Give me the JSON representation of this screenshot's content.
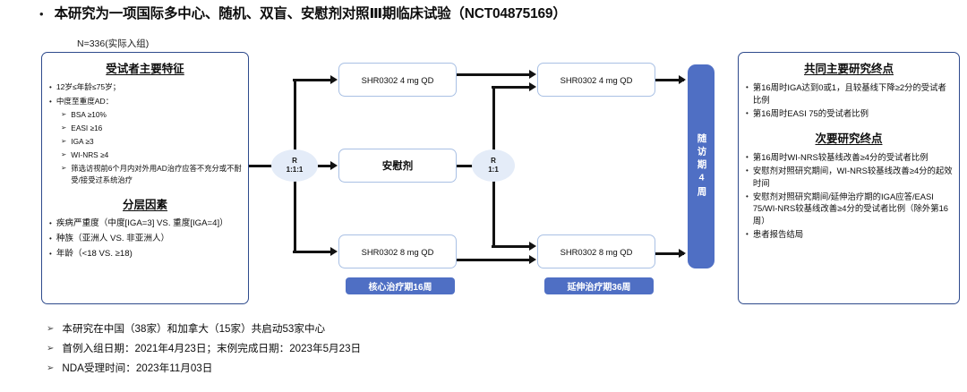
{
  "title": {
    "bullet": "•",
    "text": "本研究为一项国际多中心、随机、双盲、安慰剂对照Ⅲ期临床试验（NCT04875169）"
  },
  "enrollment": {
    "n_label": "N=336(实际入组)"
  },
  "left_panel": {
    "heading": "受试者主要特征",
    "criteria": [
      {
        "marker": "•",
        "text": "12岁≤年龄≤75岁；",
        "level": 1
      },
      {
        "marker": "•",
        "text": "中度至重度AD：",
        "level": 1
      },
      {
        "marker": "➢",
        "text": "BSA ≥10%",
        "level": 2
      },
      {
        "marker": "➢",
        "text": "EASI ≥16",
        "level": 2
      },
      {
        "marker": "➢",
        "text": "IGA ≥3",
        "level": 2
      },
      {
        "marker": "➢",
        "text": "WI-NRS ≥4",
        "level": 2
      },
      {
        "marker": "➢",
        "text": "筛选访视前6个月内对外用AD治疗应答不充分或不耐受/接受过系统治疗",
        "level": 2
      }
    ],
    "strat_heading": "分层因素",
    "strat_factors": [
      {
        "marker": "•",
        "text": "疾病严重度（中度[IGA=3] VS. 重度[IGA=4]）"
      },
      {
        "marker": "•",
        "text": "种族（亚洲人 VS. 非亚洲人）"
      },
      {
        "marker": "•",
        "text": "年龄（<18 VS. ≥18)"
      }
    ]
  },
  "flow": {
    "randomization_1": {
      "label": "R",
      "ratio": "1:1:1"
    },
    "randomization_2": {
      "label": "R",
      "ratio": "1:1"
    },
    "core_arms": [
      {
        "label": "SHR0302 4 mg QD",
        "cn": false
      },
      {
        "label": "安慰剂",
        "cn": true
      },
      {
        "label": "SHR0302 8 mg QD",
        "cn": false
      }
    ],
    "extension_arms": [
      {
        "label": "SHR0302 4 mg QD",
        "cn": false
      },
      {
        "label": "SHR0302 8 mg QD",
        "cn": false
      }
    ],
    "followup": "随访期4周",
    "banners": {
      "core": "核心治疗期16周",
      "extension": "延伸治疗期36周"
    }
  },
  "right_panel": {
    "primary_heading": "共同主要研究终点",
    "primary_endpoints": [
      {
        "marker": "•",
        "text": "第16周时IGA达到0或1，且较基线下降≥2分的受试者比例"
      },
      {
        "marker": "•",
        "text": "第16周时EASI 75的受试者比例"
      }
    ],
    "secondary_heading": "次要研究终点",
    "secondary_endpoints": [
      {
        "marker": "•",
        "text": "第16周时WI-NRS较基线改善≥4分的受试者比例"
      },
      {
        "marker": "•",
        "text": "安慰剂对照研究期间，WI-NRS较基线改善≥4分的起效时间"
      },
      {
        "marker": "•",
        "text": "安慰剂对照研究期间/延伸治疗期的IGA应答/EASI 75/WI-NRS较基线改善≥4分的受试者比例（除外第16周）"
      },
      {
        "marker": "•",
        "text": "患者报告结局"
      }
    ]
  },
  "footer": {
    "items": [
      {
        "marker": "➢",
        "text": "本研究在中国（38家）和加拿大（15家）共启动53家中心"
      },
      {
        "marker": "➢",
        "text": "首例入组日期：2021年4月23日；末例完成日期：2023年5月23日"
      },
      {
        "marker": "➢",
        "text": "NDA受理时间：2023年11月03日"
      }
    ]
  },
  "colors": {
    "panel_border": "#2e4a8c",
    "box_border": "#a9c0e4",
    "accent_blue": "#4f6fc4",
    "ellipse_fill": "#e4ecf8",
    "connector": "#121212"
  }
}
